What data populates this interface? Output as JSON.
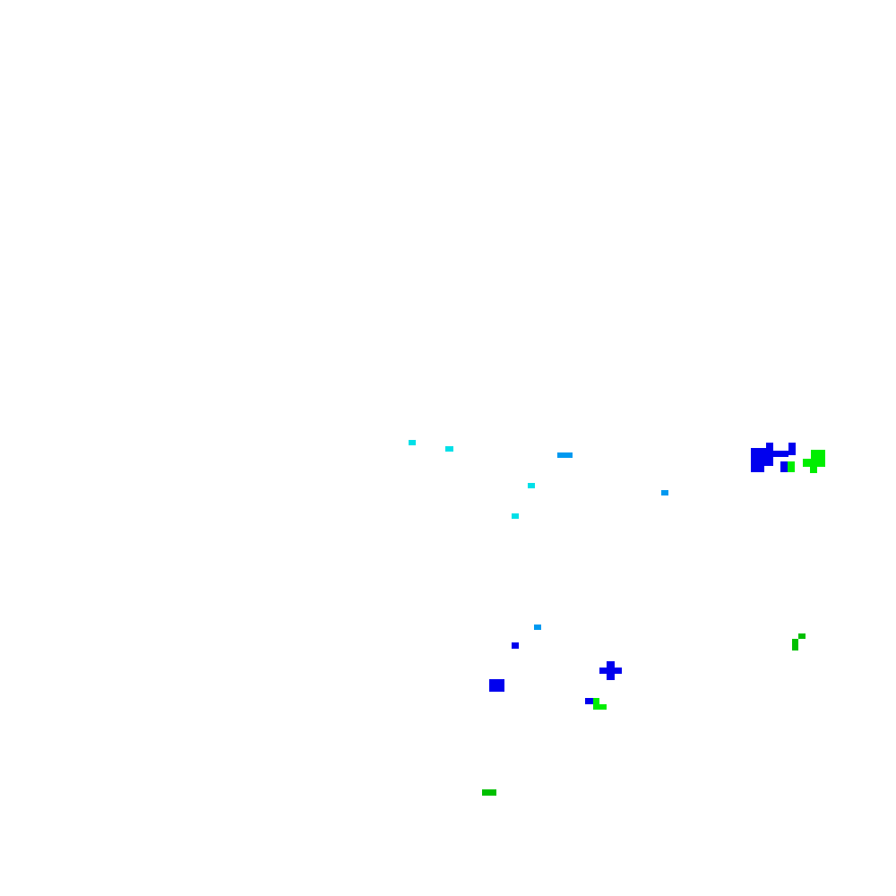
{
  "colors": {
    "background": "#ffffff",
    "cyan": "#00e0e8",
    "sky_blue": "#0099f0",
    "blue": "#0000ee",
    "bright_green": "#00ee00",
    "green": "#00c000"
  },
  "clusters": [
    {
      "id": "cyan-speck-1",
      "color": "cyan"
    },
    {
      "id": "cyan-speck-2",
      "color": "cyan"
    },
    {
      "id": "sky-dash-1",
      "color": "sky_blue"
    },
    {
      "id": "cyan-speck-3",
      "color": "cyan"
    },
    {
      "id": "sky-speck-1",
      "color": "sky_blue"
    },
    {
      "id": "cyan-speck-4",
      "color": "cyan"
    },
    {
      "id": "blue-blob-large",
      "color": "blue"
    },
    {
      "id": "green-blob-large",
      "color": "bright_green"
    },
    {
      "id": "sky-speck-2",
      "color": "sky_blue"
    },
    {
      "id": "blue-speck-1",
      "color": "blue"
    },
    {
      "id": "green-hook",
      "color": "green"
    },
    {
      "id": "blue-cross",
      "color": "blue"
    },
    {
      "id": "blue-square",
      "color": "blue"
    },
    {
      "id": "blue-green-pair",
      "color": "blue"
    },
    {
      "id": "green-dash",
      "color": "green"
    }
  ]
}
